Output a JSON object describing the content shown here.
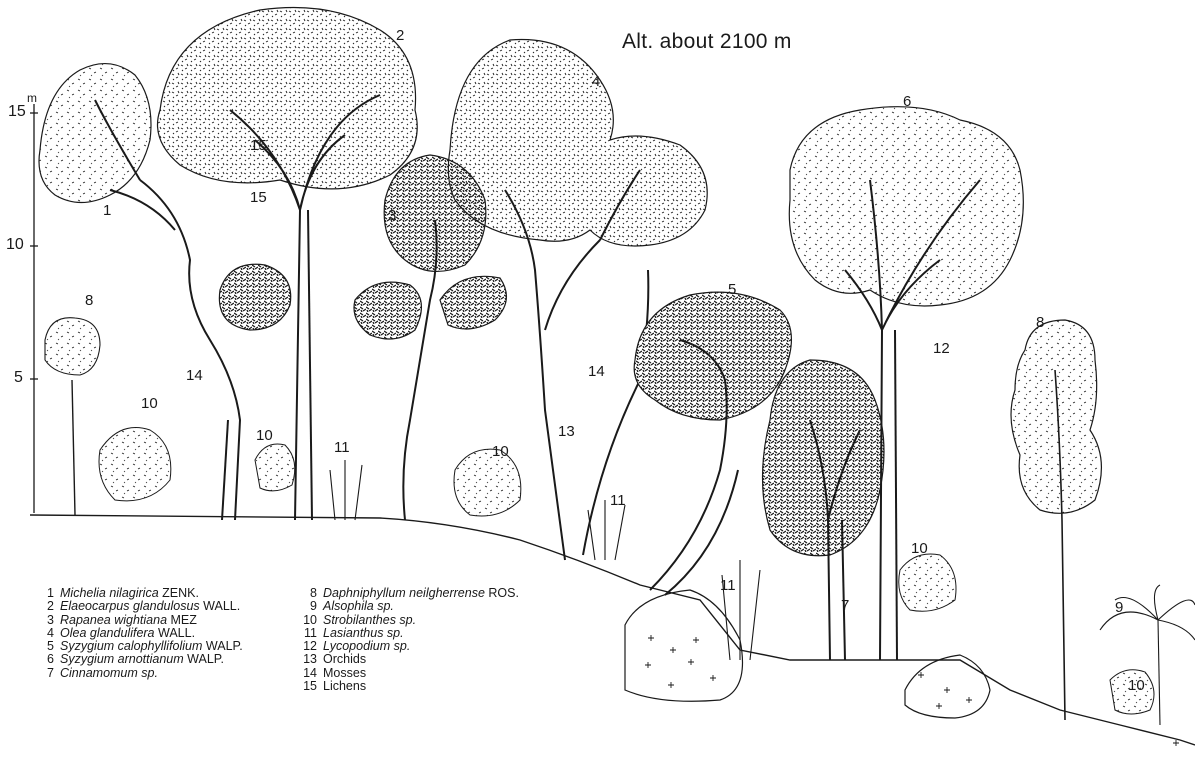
{
  "title": "Alt. about 2100 m",
  "axis": {
    "unit": "m",
    "ticks": [
      "15",
      "10",
      "5"
    ]
  },
  "tree_numbers": [
    "1",
    "2",
    "3",
    "4",
    "5",
    "6",
    "7",
    "8",
    "8",
    "9",
    "10",
    "10",
    "10",
    "10",
    "10",
    "11",
    "11",
    "11",
    "12",
    "13",
    "14",
    "14",
    "15",
    "15"
  ],
  "legend_left": [
    {
      "num": "1",
      "species": "Michelia nilagirica",
      "author": "ZENK."
    },
    {
      "num": "2",
      "species": "Elaeocarpus glandulosus",
      "author": "WALL."
    },
    {
      "num": "3",
      "species": "Rapanea wightiana",
      "author": "MEZ"
    },
    {
      "num": "4",
      "species": "Olea glandulifera",
      "author": "WALL."
    },
    {
      "num": "5",
      "species": "Syzygium calophyllifolium",
      "author": "WALP."
    },
    {
      "num": "6",
      "species": "Syzygium arnottianum",
      "author": "WALP."
    },
    {
      "num": "7",
      "species": "Cinnamomum sp.",
      "author": ""
    }
  ],
  "legend_right": [
    {
      "num": "8",
      "species": "Daphniphyllum neilgherrense",
      "author": "ROS."
    },
    {
      "num": "9",
      "species": "Alsophila sp.",
      "author": ""
    },
    {
      "num": "10",
      "species": "Strobilanthes sp.",
      "author": ""
    },
    {
      "num": "11",
      "species": "Lasianthus sp.",
      "author": ""
    },
    {
      "num": "12",
      "species": "Lycopodium sp.",
      "author": ""
    },
    {
      "num": "13",
      "species": "",
      "author": "Orchids"
    },
    {
      "num": "14",
      "species": "",
      "author": "Mosses"
    },
    {
      "num": "15",
      "species": "",
      "author": "Lichens"
    }
  ],
  "colors": {
    "ink": "#1a1a1a",
    "paper": "#ffffff"
  }
}
